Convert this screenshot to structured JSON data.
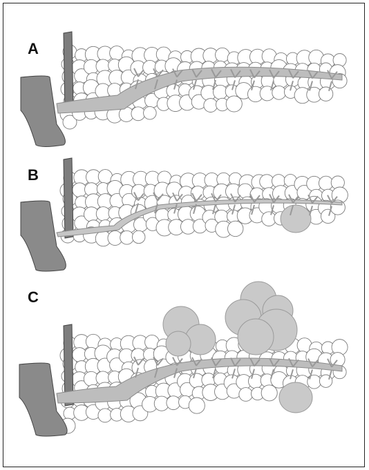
{
  "panels": [
    {
      "label": "A",
      "duct": "dilated",
      "cysts": []
    },
    {
      "label": "B",
      "duct": "normal",
      "cysts": [
        "small-cyst-tail"
      ]
    },
    {
      "label": "C",
      "duct": "dilated",
      "cysts": [
        "cyst-body",
        "cyst-large",
        "cyst-tail-lower"
      ]
    }
  ],
  "colors": {
    "outline": "#7a7a7a",
    "lobule_fill": "#ffffff",
    "duodenum": "#8a8a8a",
    "duct": "#bdbdbd",
    "cyst": "#c9c9c9",
    "frame": "#222222"
  }
}
